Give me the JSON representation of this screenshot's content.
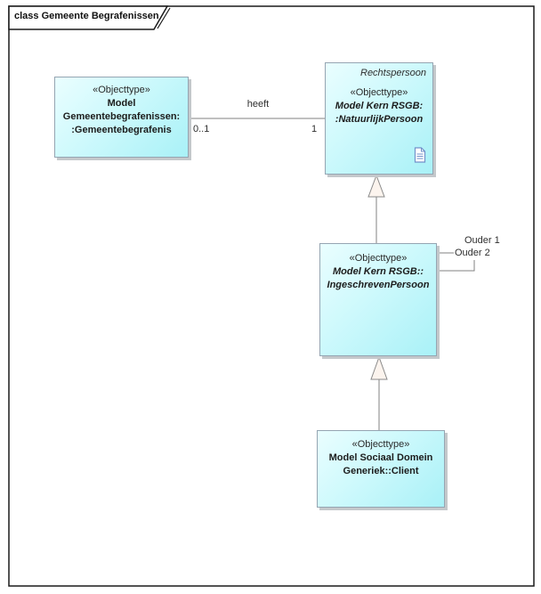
{
  "diagram": {
    "title_tab": {
      "label": "class Gemeente Begrafenissen"
    },
    "nodes": {
      "gemeentebegrafenis": {
        "stereotype": "«Objecttype»",
        "name_lines": [
          "Model",
          "Gemeentebegrafenissen:",
          ":Gemeentebegrafenis"
        ],
        "abstract": false
      },
      "natuurlijkpersoon": {
        "parent_label": "Rechtspersoon",
        "stereotype": "«Objecttype»",
        "name_lines": [
          "Model Kern RSGB:",
          ":NatuurlijkPersoon"
        ],
        "abstract": true,
        "icon": "document-icon"
      },
      "ingeschrevenpersoon": {
        "stereotype": "«Objecttype»",
        "name_lines": [
          "Model Kern RSGB::",
          "IngeschrevenPersoon"
        ],
        "abstract": true
      },
      "client": {
        "stereotype": "«Objecttype»",
        "name_lines": [
          "Model Sociaal Domein",
          "Generiek::Client"
        ],
        "abstract": false
      }
    },
    "connectors": {
      "heeft": {
        "label": "heeft",
        "source_multiplicity": "0..1",
        "target_multiplicity": "1"
      },
      "ouder": {
        "role1_label": "Ouder 1",
        "role2_label": "Ouder 2"
      }
    },
    "colors": {
      "node_fill_light": "#EAFEFF",
      "node_fill_dark": "#A9F1F7",
      "node_border": "#95A5B2",
      "node_shadow": "#C4C8CB",
      "connector_line": "#808080",
      "arrowhead_fill": "#FCF4EE",
      "frame_line": "#1A1A1A",
      "doc_icon_blue": "#7291C9"
    }
  }
}
